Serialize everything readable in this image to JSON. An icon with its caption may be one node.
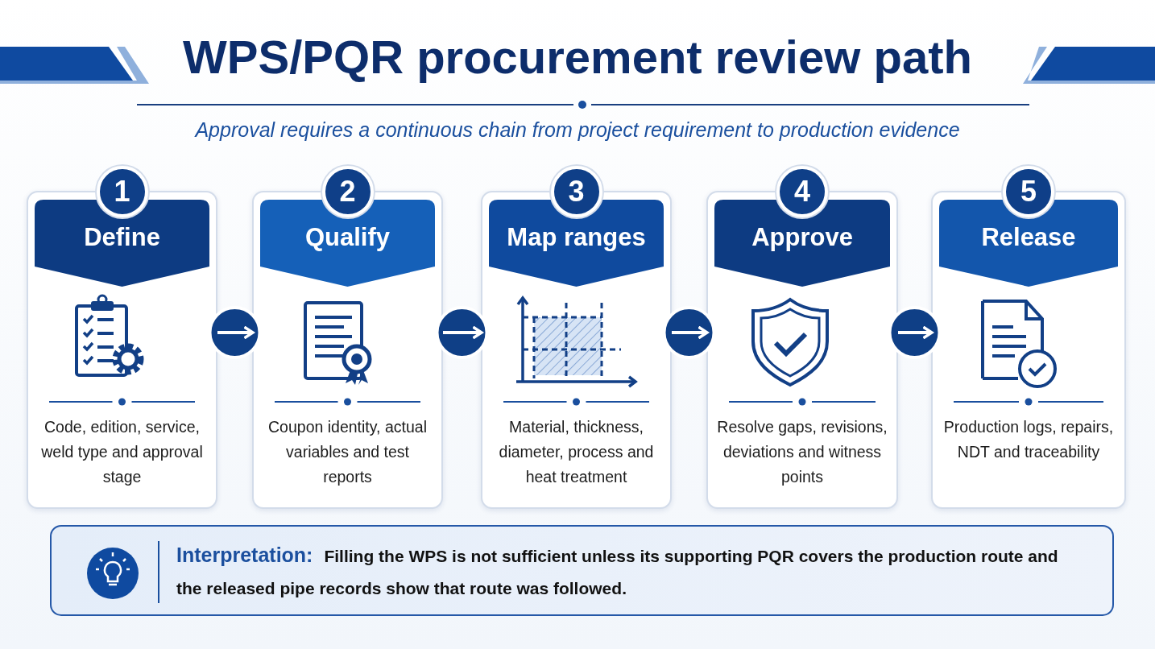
{
  "diagram": {
    "title": "WPS/PQR procurement review path",
    "nodes": [
      {
        "text": [
          "1",
          "Define",
          "Code, edition, service, weld type and approval stage"
        ]
      },
      {
        "text": [
          "2",
          "Qualify",
          "Coupon identity, actual variables and test reports"
        ]
      },
      {
        "text": [
          "3",
          "Map ranges",
          "Material, thickness, diameter, process and heat treatment"
        ]
      },
      {
        "text": [
          "4",
          "Approve",
          "Resolve gaps, revisions, deviations and witness points"
        ]
      },
      {
        "text": [
          "5",
          "Release",
          "Production logs, repairs, NDT and traceability"
        ]
      },
      {
        "text": [
          "Interpretation:",
          "Filling the WPS is not sufficient unless its supporting PQR covers the production route and the released pipe records show that route was followed."
        ]
      }
    ],
    "edges": [
      {
        "from": 0,
        "to": 1,
        "arrow": "to"
      },
      {
        "from": 1,
        "to": 2,
        "arrow": "to"
      },
      {
        "from": 2,
        "to": 3,
        "arrow": "to"
      },
      {
        "from": 3,
        "to": 4,
        "arrow": "to"
      }
    ],
    "labels": [
      "Approval requires a continuous chain from project requirement to production evidence"
    ]
  }
}
